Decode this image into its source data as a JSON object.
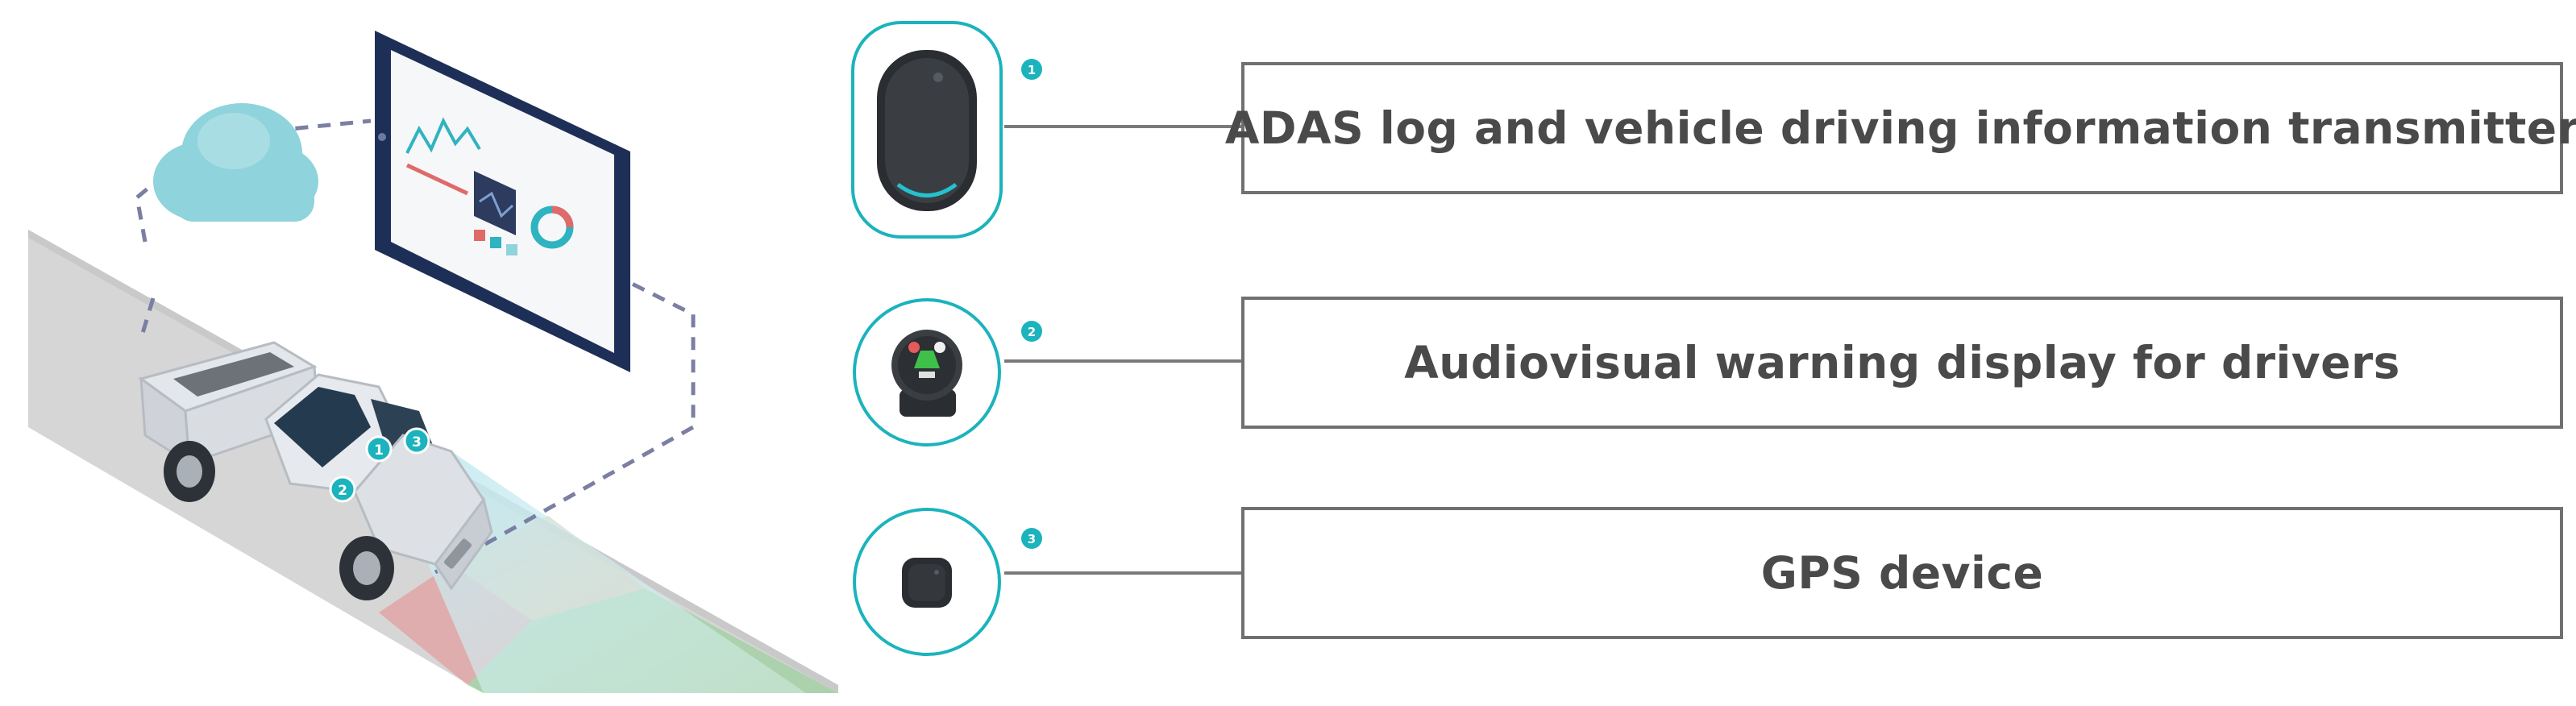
{
  "colors": {
    "accent": "#1bb3bd",
    "connector": "#7a7a7a",
    "box_border": "#707070",
    "label_text": "#4a4a4a",
    "cloud": "#8fd3dc",
    "road": "#d4d4d4",
    "tablet_frame": "#243a66",
    "warning_red": "#e06a6a",
    "safe_green": "#86c98a"
  },
  "items": [
    {
      "number": "1",
      "label": "ADAS log and vehicle driving information transmitter",
      "icon": "transmitter-icon"
    },
    {
      "number": "2",
      "label": "Audiovisual warning display for drivers",
      "icon": "warning-display-icon"
    },
    {
      "number": "3",
      "label": "GPS device",
      "icon": "gps-device-icon"
    }
  ],
  "car_markers": [
    "1",
    "2",
    "3"
  ]
}
